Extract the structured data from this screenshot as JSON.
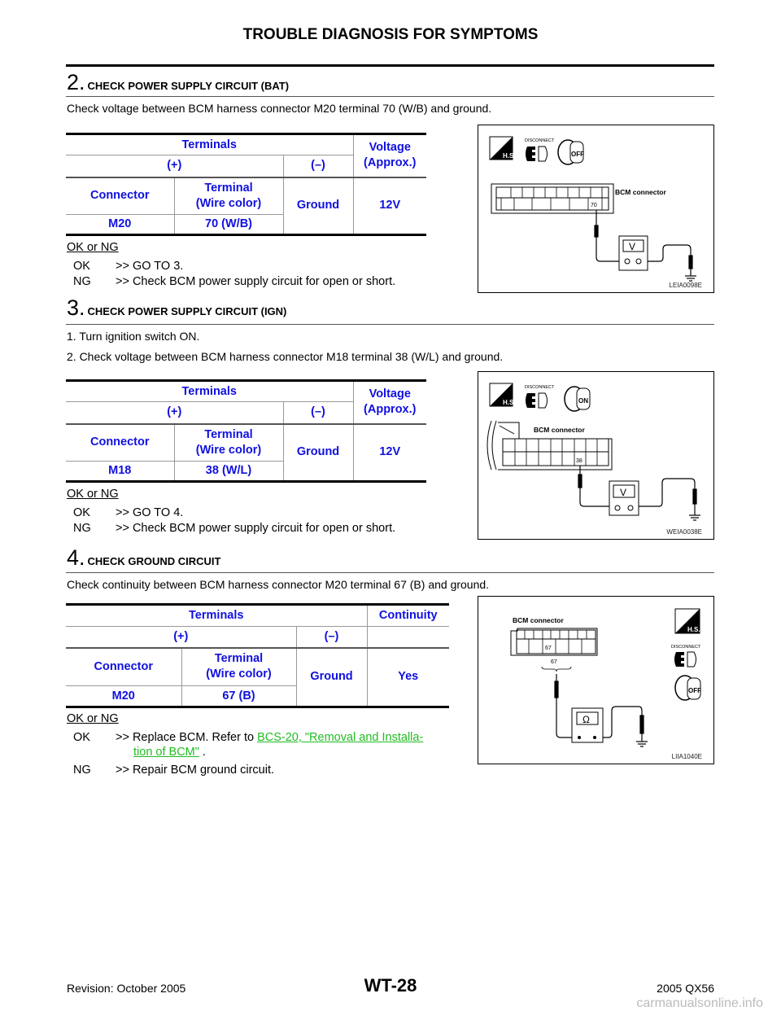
{
  "header": {
    "title": "TROUBLE DIAGNOSIS FOR SYMPTOMS"
  },
  "steps": [
    {
      "number": "2.",
      "title": "CHECK POWER SUPPLY CIRCUIT (BAT)",
      "instructions": [
        "Check voltage between BCM harness connector M20 terminal 70 (W/B) and ground."
      ],
      "table": {
        "h_terminals": "Terminals",
        "h_value": "Voltage\n(Approx.)",
        "plus": "(+)",
        "minus": "(–)",
        "connector_h": "Connector",
        "terminal_h": "Terminal\n(Wire color)",
        "minus_val": "Ground",
        "value": "12V",
        "connector": "M20",
        "terminal": "70 (W/B)"
      },
      "okng": "OK or NG",
      "results": [
        {
          "code": "OK",
          "text": ">> GO TO 3."
        },
        {
          "code": "NG",
          "text": ">> Check BCM power supply circuit for open or short."
        }
      ],
      "diagram": {
        "label": "BCM connector",
        "terminal": "70",
        "meter": "V",
        "switch": "OFF",
        "disconnect": "DISCONNECT",
        "hs": "H.S.",
        "code": "LEIA0098E"
      }
    },
    {
      "number": "3.",
      "title": "CHECK POWER SUPPLY CIRCUIT (IGN)",
      "instructions": [
        "1.   Turn ignition switch ON.",
        "2.   Check voltage between BCM harness connector M18 terminal 38 (W/L) and ground."
      ],
      "table": {
        "h_terminals": "Terminals",
        "h_value": "Voltage\n(Approx.)",
        "plus": "(+)",
        "minus": "(–)",
        "connector_h": "Connector",
        "terminal_h": "Terminal\n(Wire color)",
        "minus_val": "Ground",
        "value": "12V",
        "connector": "M18",
        "terminal": "38 (W/L)"
      },
      "okng": "OK or NG",
      "results": [
        {
          "code": "OK",
          "text": ">> GO TO 4."
        },
        {
          "code": "NG",
          "text": ">> Check BCM power supply circuit for open or short."
        }
      ],
      "diagram": {
        "label": "BCM connector",
        "terminal": "38",
        "meter": "V",
        "switch": "ON",
        "disconnect": "DISCONNECT",
        "hs": "H.S.",
        "code": "WEIA0038E"
      }
    },
    {
      "number": "4.",
      "title": "CHECK GROUND CIRCUIT",
      "instructions": [
        "Check continuity between BCM harness connector M20 terminal 67 (B) and ground."
      ],
      "table": {
        "h_terminals": "Terminals",
        "h_value": "Continuity",
        "plus": "(+)",
        "minus": "(–)",
        "connector_h": "Connector",
        "terminal_h": "Terminal\n(Wire color)",
        "minus_val": "Ground",
        "value": "Yes",
        "connector": "M20",
        "terminal": "67 (B)"
      },
      "okng": "OK or NG",
      "results": [
        {
          "code": "OK",
          "text_pre": ">> Replace BCM. Refer to ",
          "link_1": "BCS-20, \"Removal and Installa-",
          "link_2": "tion of BCM\"",
          "text_post": " ."
        },
        {
          "code": "NG",
          "text": ">> Repair BCM ground circuit."
        }
      ],
      "diagram": {
        "label": "BCM connector",
        "terminal": "67",
        "terminal_below": "67",
        "meter": "Ω",
        "switch": "OFF",
        "disconnect": "DISCONNECT",
        "hs": "H.S.",
        "code": "LIIA1040E"
      }
    }
  ],
  "footer": {
    "revision": "Revision: October 2005",
    "page": "WT-28",
    "model": "2005 QX56",
    "watermark": "carmanualsonline.info"
  },
  "colors": {
    "table_text": "#1010e0",
    "link": "#22bb22"
  }
}
